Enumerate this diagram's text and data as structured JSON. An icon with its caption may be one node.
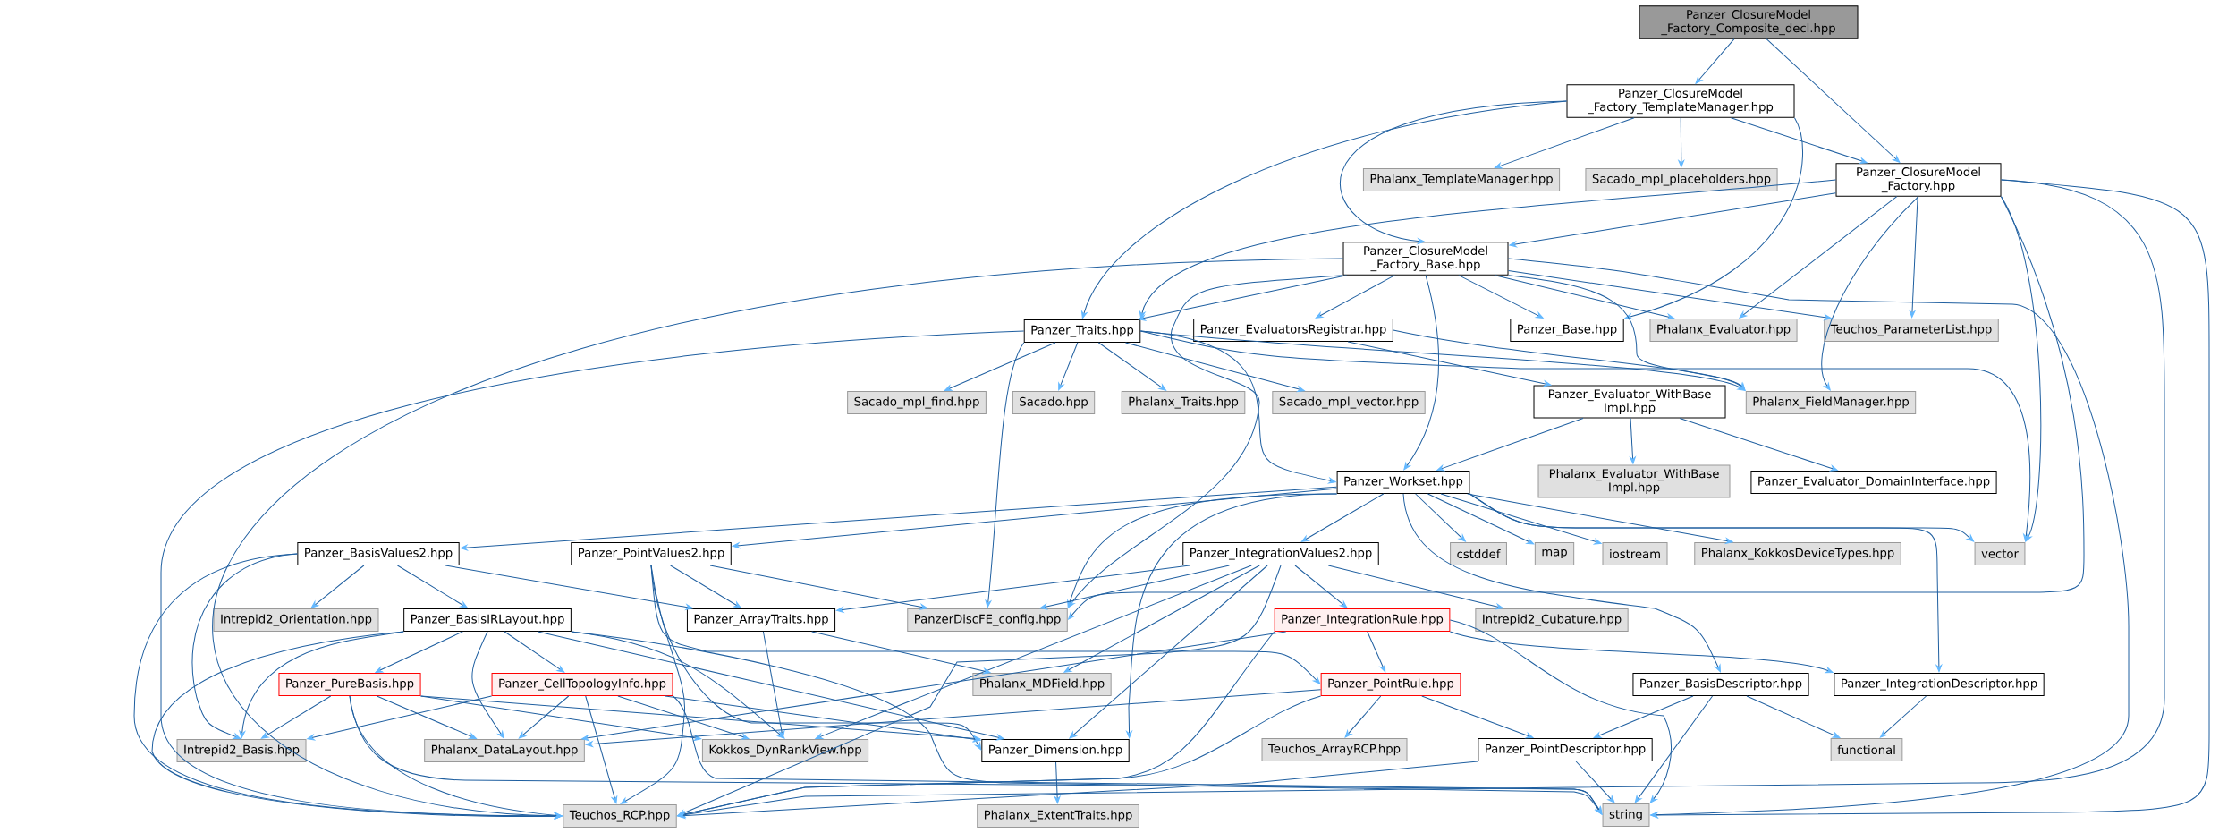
{
  "diagram": {
    "nodes": [
      {
        "text": [
          "Panzer_ClosureModel _Factory_Composite_decl.hpp"
        ]
      },
      {
        "text": [
          "Panzer_ClosureModel _Factory_TemplateManager.hpp"
        ]
      },
      {
        "text": [
          "Phalanx_TemplateManager.hpp"
        ]
      },
      {
        "text": [
          "Sacado_mpl_placeholders.hpp"
        ]
      },
      {
        "text": [
          "Panzer_ClosureModel _Factory.hpp"
        ]
      },
      {
        "text": [
          "Panzer_ClosureModel _Factory_Base.hpp"
        ]
      },
      {
        "text": [
          "Panzer_Traits.hpp"
        ]
      },
      {
        "text": [
          "Panzer_EvaluatorsRegistrar.hpp"
        ]
      },
      {
        "text": [
          "Panzer_Base.hpp"
        ]
      },
      {
        "text": [
          "Phalanx_Evaluator.hpp"
        ]
      },
      {
        "text": [
          "Teuchos_ParameterList.hpp"
        ]
      },
      {
        "text": [
          "Sacado_mpl_find.hpp"
        ]
      },
      {
        "text": [
          "Sacado.hpp"
        ]
      },
      {
        "text": [
          "Phalanx_Traits.hpp"
        ]
      },
      {
        "text": [
          "Sacado_mpl_vector.hpp"
        ]
      },
      {
        "text": [
          "Panzer_Evaluator_WithBase Impl.hpp"
        ]
      },
      {
        "text": [
          "Phalanx_FieldManager.hpp"
        ]
      },
      {
        "text": [
          "Panzer_Workset.hpp"
        ]
      },
      {
        "text": [
          "Phalanx_Evaluator_WithBase Impl.hpp"
        ]
      },
      {
        "text": [
          "Panzer_Evaluator_DomainInterface.hpp"
        ]
      },
      {
        "text": [
          "Panzer_BasisValues2.hpp"
        ]
      },
      {
        "text": [
          "Panzer_PointValues2.hpp"
        ]
      },
      {
        "text": [
          "Panzer_IntegrationValues2.hpp"
        ]
      },
      {
        "text": [
          "cstddef"
        ]
      },
      {
        "text": [
          "map"
        ]
      },
      {
        "text": [
          "iostream"
        ]
      },
      {
        "text": [
          "Phalanx_KokkosDeviceTypes.hpp"
        ]
      },
      {
        "text": [
          "vector"
        ]
      },
      {
        "text": [
          "Intrepid2_Orientation.hpp"
        ]
      },
      {
        "text": [
          "Panzer_BasisIRLayout.hpp"
        ]
      },
      {
        "text": [
          "Panzer_ArrayTraits.hpp"
        ]
      },
      {
        "text": [
          "PanzerDiscFE_config.hpp"
        ]
      },
      {
        "text": [
          "Panzer_IntegrationRule.hpp"
        ]
      },
      {
        "text": [
          "Intrepid2_Cubature.hpp"
        ]
      },
      {
        "text": [
          "Phalanx_MDField.hpp"
        ]
      },
      {
        "text": [
          "Panzer_PureBasis.hpp"
        ]
      },
      {
        "text": [
          "Panzer_CellTopologyInfo.hpp"
        ]
      },
      {
        "text": [
          "Panzer_PointRule.hpp"
        ]
      },
      {
        "text": [
          "Panzer_BasisDescriptor.hpp"
        ]
      },
      {
        "text": [
          "Panzer_IntegrationDescriptor.hpp"
        ]
      },
      {
        "text": [
          "Intrepid2_Basis.hpp"
        ]
      },
      {
        "text": [
          "Phalanx_DataLayout.hpp"
        ]
      },
      {
        "text": [
          "Kokkos_DynRankView.hpp"
        ]
      },
      {
        "text": [
          "Panzer_Dimension.hpp"
        ]
      },
      {
        "text": [
          "Teuchos_ArrayRCP.hpp"
        ]
      },
      {
        "text": [
          "Panzer_PointDescriptor.hpp"
        ]
      },
      {
        "text": [
          "functional"
        ]
      },
      {
        "text": [
          "Teuchos_RCP.hpp"
        ]
      },
      {
        "text": [
          "Phalanx_ExtentTraits.hpp"
        ]
      },
      {
        "text": [
          "string"
        ]
      }
    ],
    "edges": [
      {
        "from": 0,
        "to": 1,
        "arrow": "to"
      },
      {
        "from": 0,
        "to": 4,
        "arrow": "to"
      },
      {
        "from": 1,
        "to": 2,
        "arrow": "to"
      },
      {
        "from": 1,
        "to": 3,
        "arrow": "to"
      },
      {
        "from": 1,
        "to": 4,
        "arrow": "to"
      },
      {
        "from": 1,
        "to": 5,
        "arrow": "to"
      },
      {
        "from": 1,
        "to": 6,
        "arrow": "to"
      },
      {
        "from": 1,
        "to": 8,
        "arrow": "to"
      },
      {
        "from": 4,
        "to": 5,
        "arrow": "to"
      },
      {
        "from": 4,
        "to": 6,
        "arrow": "to"
      },
      {
        "from": 4,
        "to": 9,
        "arrow": "to"
      },
      {
        "from": 4,
        "to": 10,
        "arrow": "to"
      },
      {
        "from": 4,
        "to": 16,
        "arrow": "to"
      },
      {
        "from": 4,
        "to": 27,
        "arrow": "to"
      },
      {
        "from": 4,
        "to": 31,
        "arrow": "to"
      },
      {
        "from": 4,
        "to": 47,
        "arrow": "to"
      },
      {
        "from": 4,
        "to": 49,
        "arrow": "to"
      },
      {
        "from": 5,
        "to": 6,
        "arrow": "to"
      },
      {
        "from": 5,
        "to": 7,
        "arrow": "to"
      },
      {
        "from": 5,
        "to": 8,
        "arrow": "to"
      },
      {
        "from": 5,
        "to": 9,
        "arrow": "to"
      },
      {
        "from": 5,
        "to": 10,
        "arrow": "to"
      },
      {
        "from": 5,
        "to": 16,
        "arrow": "to"
      },
      {
        "from": 5,
        "to": 17,
        "arrow": "to"
      },
      {
        "from": 5,
        "to": 31,
        "arrow": "to"
      },
      {
        "from": 5,
        "to": 47,
        "arrow": "to"
      },
      {
        "from": 5,
        "to": 49,
        "arrow": "to"
      },
      {
        "from": 6,
        "to": 11,
        "arrow": "to"
      },
      {
        "from": 6,
        "to": 12,
        "arrow": "to"
      },
      {
        "from": 6,
        "to": 13,
        "arrow": "to"
      },
      {
        "from": 6,
        "to": 14,
        "arrow": "to"
      },
      {
        "from": 6,
        "to": 16,
        "arrow": "to"
      },
      {
        "from": 6,
        "to": 17,
        "arrow": "to"
      },
      {
        "from": 6,
        "to": 27,
        "arrow": "to"
      },
      {
        "from": 6,
        "to": 31,
        "arrow": "to"
      },
      {
        "from": 6,
        "to": 47,
        "arrow": "to"
      },
      {
        "from": 7,
        "to": 15,
        "arrow": "to"
      },
      {
        "from": 7,
        "to": 16,
        "arrow": "to"
      },
      {
        "from": 15,
        "to": 17,
        "arrow": "to"
      },
      {
        "from": 15,
        "to": 18,
        "arrow": "to"
      },
      {
        "from": 15,
        "to": 19,
        "arrow": "to"
      },
      {
        "from": 17,
        "to": 20,
        "arrow": "to"
      },
      {
        "from": 17,
        "to": 21,
        "arrow": "to"
      },
      {
        "from": 17,
        "to": 22,
        "arrow": "to"
      },
      {
        "from": 17,
        "to": 23,
        "arrow": "to"
      },
      {
        "from": 17,
        "to": 24,
        "arrow": "to"
      },
      {
        "from": 17,
        "to": 25,
        "arrow": "to"
      },
      {
        "from": 17,
        "to": 26,
        "arrow": "to"
      },
      {
        "from": 17,
        "to": 27,
        "arrow": "to"
      },
      {
        "from": 17,
        "to": 38,
        "arrow": "to"
      },
      {
        "from": 17,
        "to": 39,
        "arrow": "to"
      },
      {
        "from": 17,
        "to": 43,
        "arrow": "to"
      },
      {
        "from": 17,
        "to": 31,
        "arrow": "to"
      },
      {
        "from": 20,
        "to": 28,
        "arrow": "to"
      },
      {
        "from": 20,
        "to": 29,
        "arrow": "to"
      },
      {
        "from": 20,
        "to": 30,
        "arrow": "to"
      },
      {
        "from": 20,
        "to": 40,
        "arrow": "to"
      },
      {
        "from": 20,
        "to": 47,
        "arrow": "to"
      },
      {
        "from": 21,
        "to": 30,
        "arrow": "to"
      },
      {
        "from": 21,
        "to": 31,
        "arrow": "to"
      },
      {
        "from": 21,
        "to": 37,
        "arrow": "to"
      },
      {
        "from": 21,
        "to": 43,
        "arrow": "to"
      },
      {
        "from": 21,
        "to": 47,
        "arrow": "to"
      },
      {
        "from": 22,
        "to": 30,
        "arrow": "to"
      },
      {
        "from": 22,
        "to": 31,
        "arrow": "to"
      },
      {
        "from": 22,
        "to": 32,
        "arrow": "to"
      },
      {
        "from": 22,
        "to": 33,
        "arrow": "to"
      },
      {
        "from": 22,
        "to": 34,
        "arrow": "to"
      },
      {
        "from": 22,
        "to": 43,
        "arrow": "to"
      },
      {
        "from": 22,
        "to": 42,
        "arrow": "to"
      },
      {
        "from": 22,
        "to": 47,
        "arrow": "to"
      },
      {
        "from": 29,
        "to": 35,
        "arrow": "to"
      },
      {
        "from": 29,
        "to": 36,
        "arrow": "to"
      },
      {
        "from": 29,
        "to": 40,
        "arrow": "to"
      },
      {
        "from": 29,
        "to": 41,
        "arrow": "to"
      },
      {
        "from": 29,
        "to": 42,
        "arrow": "to"
      },
      {
        "from": 29,
        "to": 43,
        "arrow": "to"
      },
      {
        "from": 29,
        "to": 47,
        "arrow": "to"
      },
      {
        "from": 29,
        "to": 49,
        "arrow": "to"
      },
      {
        "from": 30,
        "to": 42,
        "arrow": "to"
      },
      {
        "from": 30,
        "to": 34,
        "arrow": "to"
      },
      {
        "from": 35,
        "to": 40,
        "arrow": "to"
      },
      {
        "from": 35,
        "to": 41,
        "arrow": "to"
      },
      {
        "from": 35,
        "to": 42,
        "arrow": "to"
      },
      {
        "from": 35,
        "to": 43,
        "arrow": "to"
      },
      {
        "from": 35,
        "to": 47,
        "arrow": "to"
      },
      {
        "from": 35,
        "to": 49,
        "arrow": "to"
      },
      {
        "from": 36,
        "to": 40,
        "arrow": "to"
      },
      {
        "from": 36,
        "to": 41,
        "arrow": "to"
      },
      {
        "from": 36,
        "to": 42,
        "arrow": "to"
      },
      {
        "from": 36,
        "to": 43,
        "arrow": "to"
      },
      {
        "from": 36,
        "to": 47,
        "arrow": "to"
      },
      {
        "from": 36,
        "to": 49,
        "arrow": "to"
      },
      {
        "from": 43,
        "to": 48,
        "arrow": "to"
      },
      {
        "from": 32,
        "to": 37,
        "arrow": "to"
      },
      {
        "from": 32,
        "to": 39,
        "arrow": "to"
      },
      {
        "from": 32,
        "to": 41,
        "arrow": "to"
      },
      {
        "from": 32,
        "to": 47,
        "arrow": "to"
      },
      {
        "from": 32,
        "to": 49,
        "arrow": "to"
      },
      {
        "from": 37,
        "to": 44,
        "arrow": "to"
      },
      {
        "from": 37,
        "to": 45,
        "arrow": "to"
      },
      {
        "from": 37,
        "to": 41,
        "arrow": "to"
      },
      {
        "from": 37,
        "to": 47,
        "arrow": "to"
      },
      {
        "from": 38,
        "to": 45,
        "arrow": "to"
      },
      {
        "from": 38,
        "to": 46,
        "arrow": "to"
      },
      {
        "from": 38,
        "to": 49,
        "arrow": "to"
      },
      {
        "from": 39,
        "to": 46,
        "arrow": "to"
      },
      {
        "from": 45,
        "to": 49,
        "arrow": "to"
      },
      {
        "from": 45,
        "to": 47,
        "arrow": "to"
      }
    ]
  }
}
